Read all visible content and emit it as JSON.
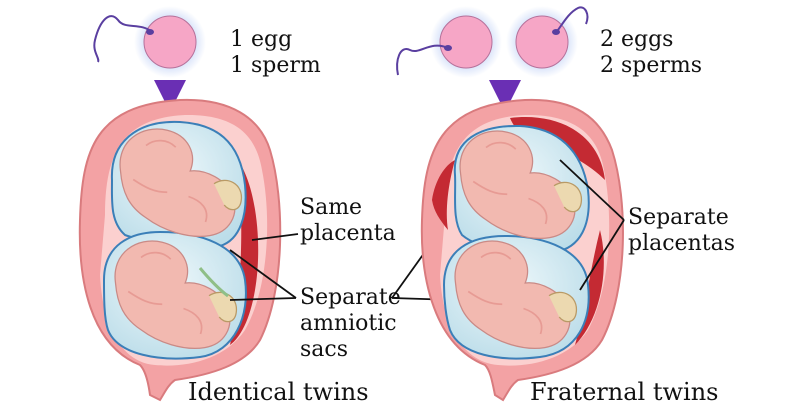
{
  "left": {
    "cell_text": [
      "1 egg",
      "1 sperm"
    ],
    "placenta_text": [
      "Same",
      "placenta"
    ],
    "title": "Identical twins"
  },
  "right": {
    "cell_text": [
      "2 eggs",
      "2 sperms"
    ],
    "placenta_text": [
      "Separate",
      "placentas"
    ],
    "title": "Fraternal twins"
  },
  "shared": {
    "sac_text": [
      "Separate",
      "amniotic",
      "sacs"
    ]
  },
  "colors": {
    "uterus_outer": "#f3a2a4",
    "uterus_inner": "#fbd0cf",
    "placenta": "#c42a33",
    "sac_fluid": "#cfe8f0",
    "sac_edge": "#3b7fb8",
    "fetus": "#f2b9b0",
    "egg": "#f6a6c6",
    "egg_glow": "#c7d6f7",
    "arrow": "#6a2fb4"
  }
}
